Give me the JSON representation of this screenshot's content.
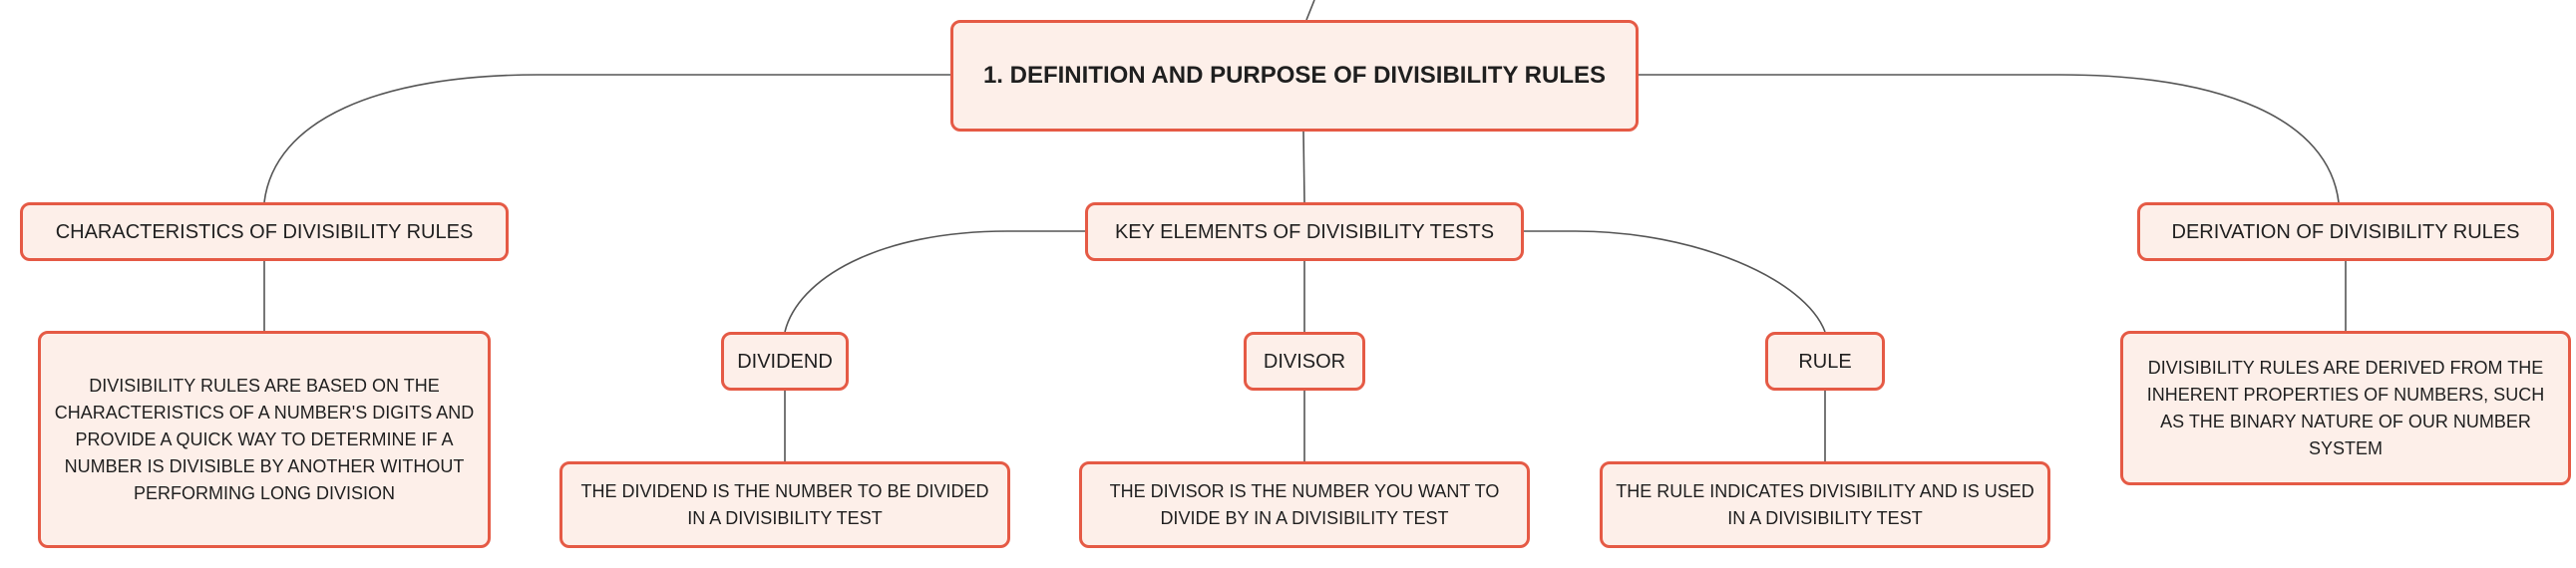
{
  "diagram": {
    "root": {
      "label": "1. DEFINITION AND PURPOSE OF DIVISIBILITY RULES"
    },
    "branches": [
      {
        "label": "CHARACTERISTICS OF DIVISIBILITY RULES",
        "description": "DIVISIBILITY RULES ARE BASED ON THE CHARACTERISTICS OF A NUMBER'S DIGITS AND PROVIDE A QUICK WAY TO DETERMINE IF A NUMBER IS DIVISIBLE BY ANOTHER WITHOUT PERFORMING LONG DIVISION"
      },
      {
        "label": "KEY ELEMENTS OF DIVISIBILITY TESTS",
        "children": [
          {
            "label": "DIVIDEND",
            "description": "THE DIVIDEND IS THE NUMBER TO BE DIVIDED IN A DIVISIBILITY TEST"
          },
          {
            "label": "DIVISOR",
            "description": "THE DIVISOR IS THE NUMBER YOU WANT TO DIVIDE BY IN A DIVISIBILITY TEST"
          },
          {
            "label": "RULE",
            "description": "THE RULE INDICATES DIVISIBILITY AND IS USED IN A DIVISIBILITY TEST"
          }
        ]
      },
      {
        "label": "DERIVATION OF DIVISIBILITY RULES",
        "description": "DIVISIBILITY RULES ARE DERIVED FROM THE INHERENT PROPERTIES OF NUMBERS, SUCH AS THE BINARY NATURE OF OUR NUMBER SYSTEM"
      }
    ],
    "colors": {
      "node_fill": "#fdefe9",
      "node_border": "#e55a45",
      "connector": "#555555",
      "text": "#1f1f1f"
    }
  }
}
